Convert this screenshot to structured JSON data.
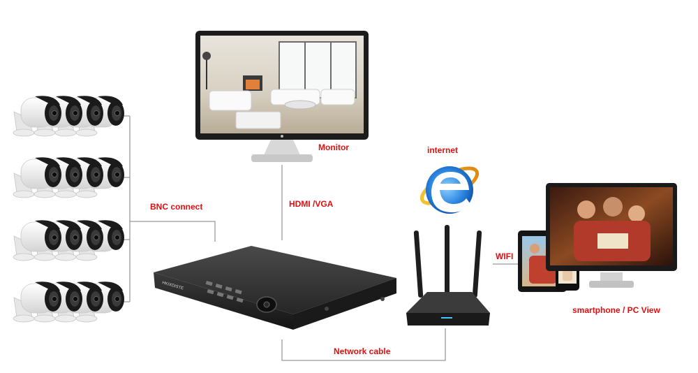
{
  "labels": {
    "monitor": "Monitor",
    "internet": "internet",
    "bnc": "BNC connect",
    "hdmi": "HDMI /VGA",
    "wifi": "WIFI",
    "network": "Network cable",
    "view": "smartphone / PC View"
  },
  "dvr": {
    "brand": "HKIXDISTE"
  },
  "colors": {
    "label": "#e01010",
    "line": "#9a9a9a",
    "device_dark": "#2a2a2a",
    "camera_body": "#f2f2f2",
    "ie_blue": "#1e6fd0"
  },
  "cameras": {
    "rows": 4,
    "per_row": 4
  },
  "icons": [
    "camera-icon",
    "monitor-icon",
    "dvr-icon",
    "router-icon",
    "internet-explorer-icon",
    "tablet-icon",
    "smartphone-icon",
    "pc-monitor-icon"
  ]
}
